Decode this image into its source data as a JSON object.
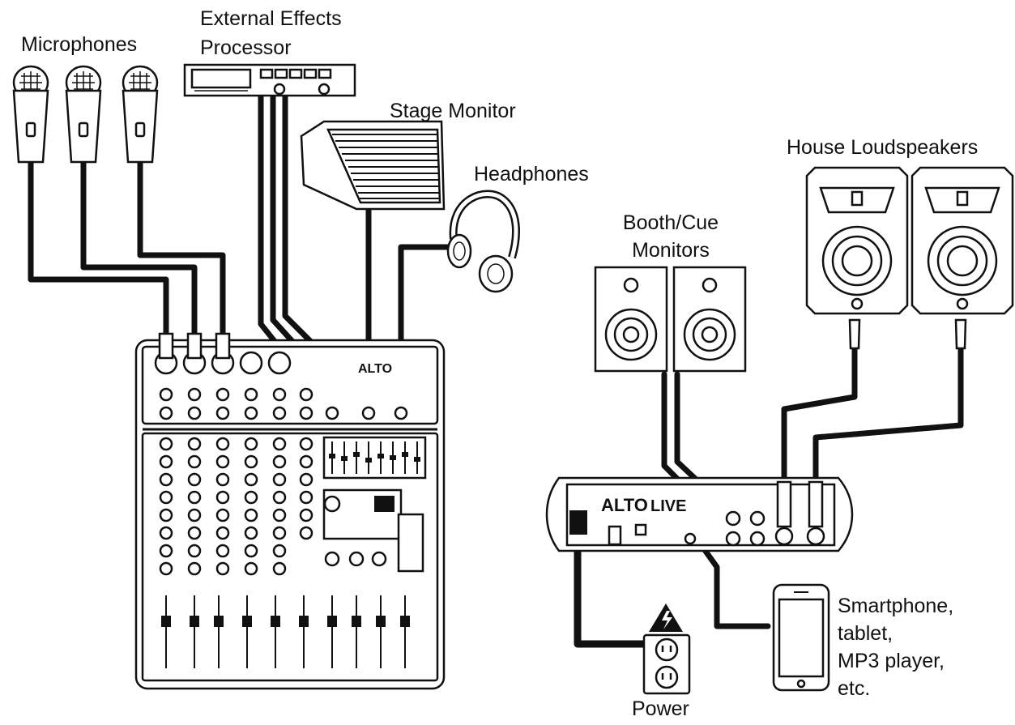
{
  "labels": {
    "microphones": "Microphones",
    "effects_line1": "External Effects",
    "effects_line2": "Processor",
    "stage_monitor": "Stage Monitor",
    "headphones": "Headphones",
    "booth_line1": "Booth/Cue",
    "booth_line2": "Monitors",
    "house": "House Loudspeakers",
    "smart_line1": "Smartphone,",
    "smart_line2": "tablet,",
    "smart_line3": "MP3 player,",
    "smart_line4": "etc.",
    "power": "Power"
  },
  "brand": {
    "logo": "ALTO",
    "model": "LIVE"
  },
  "icons": {
    "microphone": "microphone-icon",
    "effects_processor": "rack-processor-icon",
    "stage_monitor": "wedge-monitor-icon",
    "headphones": "headphones-icon",
    "booth_monitor": "studio-monitor-icon",
    "loudspeaker": "pa-speaker-icon",
    "smartphone": "smartphone-icon",
    "power_outlet": "power-outlet-icon",
    "hazard": "high-voltage-warning-icon"
  }
}
